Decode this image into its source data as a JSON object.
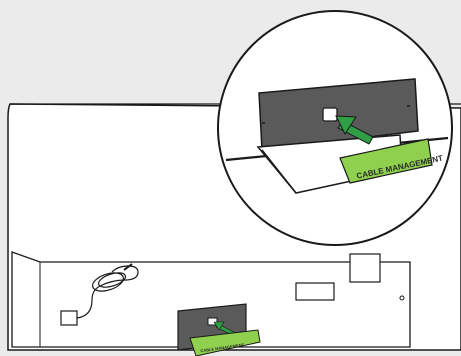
{
  "diagram": {
    "callout_label": "CABLE MANAGEMENT",
    "small_label": "CABLE MANAGEMENT"
  },
  "colors": {
    "background": "#ebebeb",
    "outline": "#1a1a1a",
    "panel": "#ffffff",
    "cover_dark": "#5a5a5a",
    "arrow_green": "#2f9e44",
    "label_green": "#8fd14f"
  },
  "icons": [
    "power-cord-icon",
    "arrow-icon",
    "callout-circle"
  ]
}
